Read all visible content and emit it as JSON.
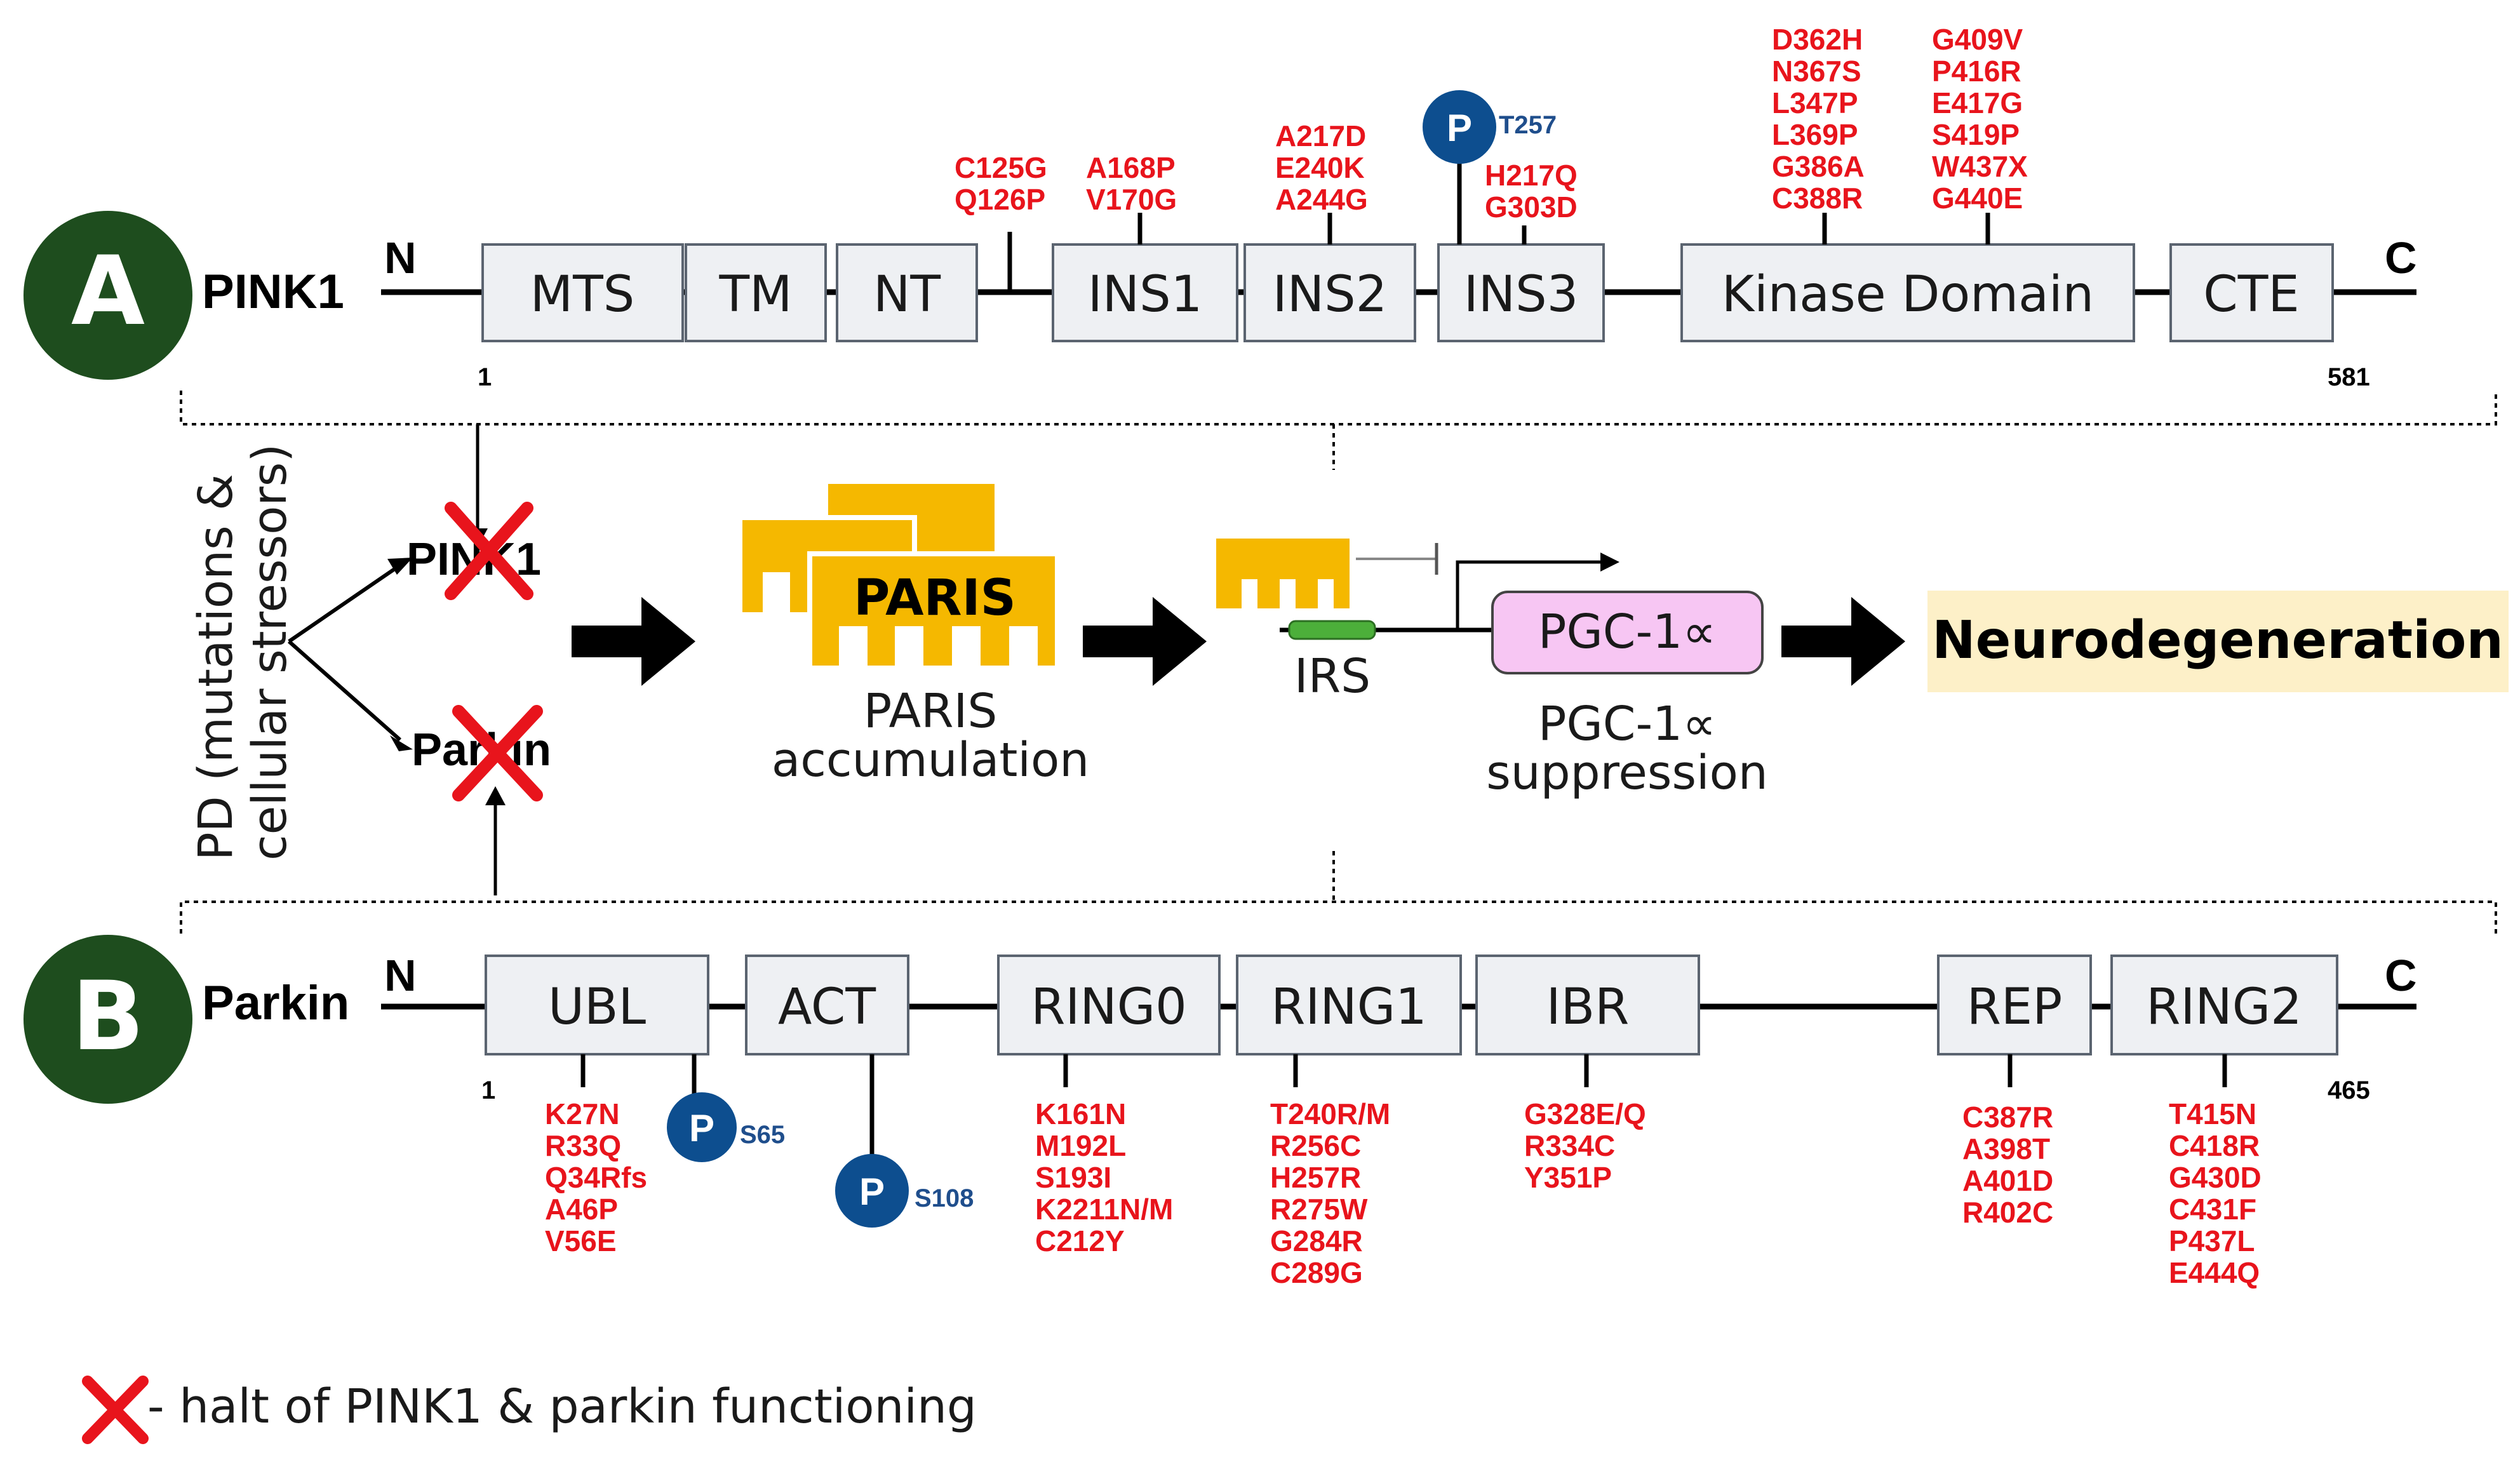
{
  "pink1": {
    "panel_letter": "A",
    "name": "PINK1",
    "n_term": "N",
    "c_term": "C",
    "start": "1",
    "end": "581",
    "domains": [
      "MTS",
      "TM",
      "NT",
      "INS1",
      "INS2",
      "INS3",
      "Kinase Domain",
      "CTE"
    ],
    "phospho_site": "T257",
    "phospho_label": "P",
    "mutations": {
      "g1": [
        "C125G",
        "Q126P"
      ],
      "g2": [
        "A168P",
        "V170G"
      ],
      "g3": [
        "A217D",
        "E240K",
        "A244G"
      ],
      "g4": [
        "H217Q",
        "G303D"
      ],
      "g5": [
        "D362H",
        "N367S",
        "L347P",
        "L369P",
        "G386A",
        "C388R"
      ],
      "g6": [
        "G409V",
        "P416R",
        "E417G",
        "S419P",
        "W437X",
        "G440E"
      ]
    }
  },
  "parkin": {
    "panel_letter": "B",
    "name": "Parkin",
    "n_term": "N",
    "c_term": "C",
    "start": "1",
    "end": "465",
    "domains": [
      "UBL",
      "ACT",
      "RING0",
      "RING1",
      "IBR",
      "REP",
      "RING2"
    ],
    "phospho_sites": [
      "S65",
      "S108"
    ],
    "phospho_label": "P",
    "mutations": {
      "ubl": [
        "K27N",
        "R33Q",
        "Q34Rfs",
        "A46P",
        "V56E"
      ],
      "ring0": [
        "K161N",
        "M192L",
        "S193I",
        "K2211N/M",
        "C212Y"
      ],
      "ring1": [
        "T240R/M",
        "R256C",
        "H257R",
        "R275W",
        "G284R",
        "C289G"
      ],
      "ibr": [
        "G328E/Q",
        "R334C",
        "Y351P"
      ],
      "rep": [
        "C387R",
        "A398T",
        "A401D",
        "R402C"
      ],
      "ring2": [
        "T415N",
        "C418R",
        "G430D",
        "C431F",
        "P437L",
        "E444Q"
      ]
    }
  },
  "pathway": {
    "pd_line1": "PD (mutations &",
    "pd_line2": "cellular stressors)",
    "target1": "PINK1",
    "target2": "Parkin",
    "paris_box": "PARIS",
    "paris_caption1": "PARIS",
    "paris_caption2": "accumulation",
    "irs": "IRS",
    "pgc_box": "PGC-1∝",
    "pgc_caption1": "PGC-1∝",
    "pgc_caption2": "suppression",
    "outcome": "Neurodegeneration"
  },
  "legend": {
    "text": "- halt of PINK1 & parkin functioning"
  },
  "colors": {
    "mutation": "#e8141c",
    "phospho": "#0d4e8f",
    "paris": "#f5b800",
    "pgc_fill": "#f7c6f3",
    "outcome_bg": "#fdf0c8",
    "irs": "#4caf3a",
    "panel_circle": "#1e4d1e"
  }
}
